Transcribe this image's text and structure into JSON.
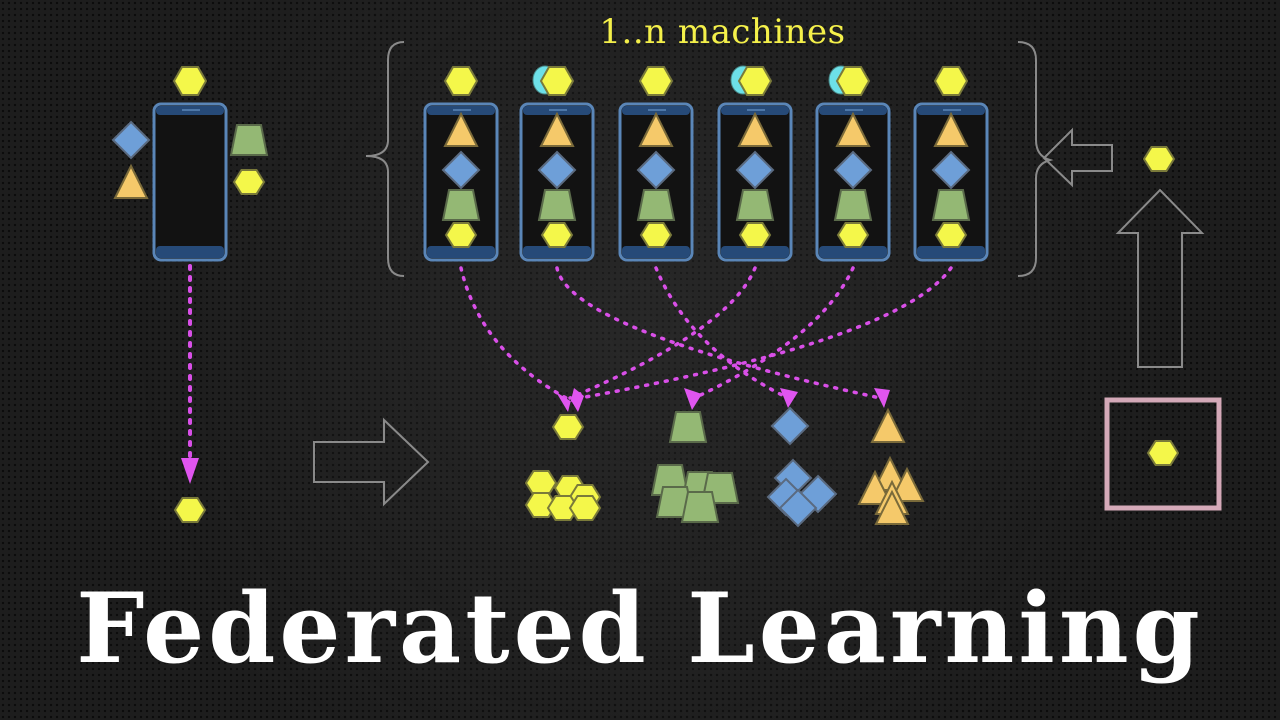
{
  "caption": "1..n machines",
  "title": "Federated Learning",
  "colors": {
    "hexagon": "#f4f74a",
    "triangle": "#f5c96a",
    "diamond": "#6e9fd8",
    "trapezoid": "#94b874",
    "phone_frame": "#5a86b8",
    "dotted_arrow": "#d94fe8",
    "outline_arrow": "#8a8a8a",
    "brace": "#8a8a8a",
    "model_box": "#d4a9b8",
    "background": "#1d1d1d"
  },
  "left_device": {
    "label": "single phone",
    "shapes": [
      "hexagon",
      "diamond",
      "triangle",
      "trapezoid",
      "hexagon"
    ]
  },
  "machines": [
    {
      "id": 1,
      "shapes": [
        "hexagon",
        "triangle",
        "diamond",
        "trapezoid",
        "hexagon"
      ]
    },
    {
      "id": 2,
      "shapes": [
        "hexagon",
        "triangle",
        "diamond",
        "trapezoid",
        "hexagon"
      ]
    },
    {
      "id": 3,
      "shapes": [
        "hexagon",
        "triangle",
        "diamond",
        "trapezoid",
        "hexagon"
      ]
    },
    {
      "id": 4,
      "shapes": [
        "hexagon",
        "triangle",
        "diamond",
        "trapezoid",
        "hexagon"
      ]
    },
    {
      "id": 5,
      "shapes": [
        "hexagon",
        "triangle",
        "diamond",
        "trapezoid",
        "hexagon"
      ]
    },
    {
      "id": 6,
      "shapes": [
        "hexagon",
        "triangle",
        "diamond",
        "trapezoid",
        "hexagon"
      ]
    }
  ],
  "aggregated_groups": [
    "hexagon",
    "trapezoid",
    "diamond",
    "triangle"
  ],
  "final_model_shape": "hexagon"
}
